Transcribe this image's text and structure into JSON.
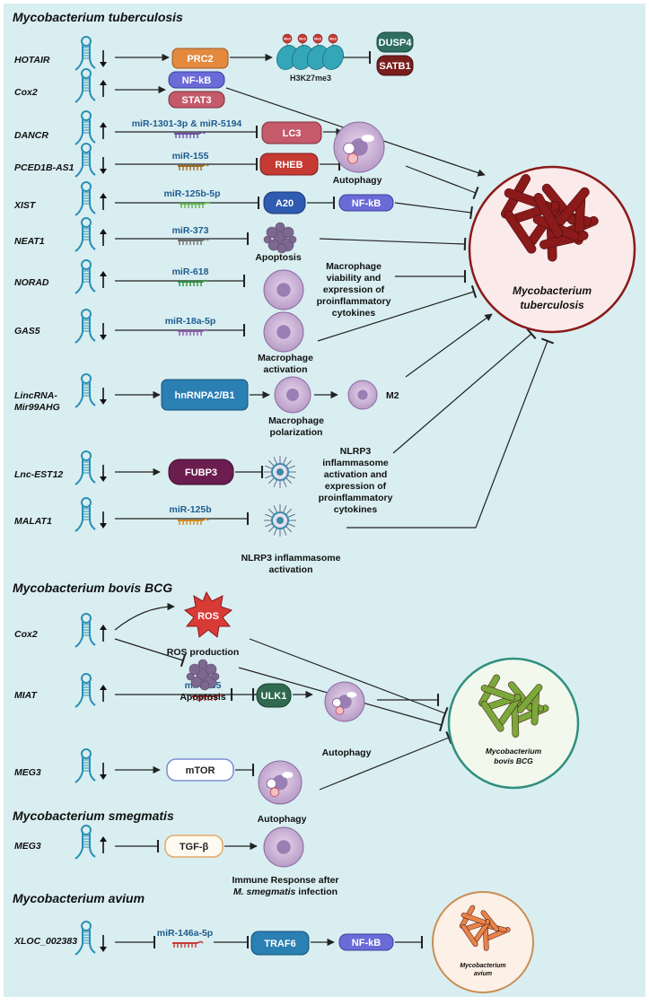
{
  "sections": {
    "mtb": "Mycobacterium tuberculosis",
    "bcg": "Mycobacterium bovis BCG",
    "smeg": "Mycobacterium smegmatis",
    "avium": "Mycobacterium avium"
  },
  "lncrnas": {
    "hotair": "HOTAIR",
    "cox2": "Cox2",
    "dancr": "DANCR",
    "pced1b": "PCED1B-AS1",
    "xist": "XIST",
    "neat1": "NEAT1",
    "norad": "NORAD",
    "gas5": "GAS5",
    "linc_l1": "LincRNA-",
    "linc_l2": "Mir99AHG",
    "lncest12": "Lnc-EST12",
    "malat1": "MALAT1",
    "cox2_bcg": "Cox2",
    "miat": "MIAT",
    "meg3_bcg": "MEG3",
    "meg3_smeg": "MEG3",
    "xloc": "XLOC_002383"
  },
  "mirnas": {
    "dancr": "miR-1301-3p & miR-5194",
    "pced1b": "miR-155",
    "xist": "miR-125b-5p",
    "neat1": "miR-373",
    "norad": "miR-618",
    "gas5": "miR-18a-5p",
    "malat1": "miR-125b",
    "miat": "miR-665",
    "xloc": "miR-146a-5p"
  },
  "proteins": {
    "prc2": "PRC2",
    "dusp4": "DUSP4",
    "satb1": "SATB1",
    "nfkb_cox2": "NF-kB",
    "stat3": "STAT3",
    "lc3": "LC3",
    "rheb": "RHEB",
    "a20": "A20",
    "nfkb_xist": "NF-kB",
    "hnrnpa2": "hnRNPA2/B1",
    "fubp3": "FUBP3",
    "ulk1": "ULK1",
    "mtor": "mTOR",
    "tgfb": "TGF-β",
    "traf6": "TRAF6",
    "nfkb_avium": "NF-kB",
    "ros": "ROS",
    "me3": "Me3"
  },
  "labels": {
    "h3k27me3": "H3K27me3",
    "autophagy1": "Autophagy",
    "apoptosis1": "Apoptosis",
    "mac_viab_1": "Macrophage",
    "mac_viab_2": "viability and",
    "mac_viab_3": "expression of",
    "mac_viab_4": "proinflammatory",
    "mac_viab_5": "cytokines",
    "mac_act_1": "Macrophage",
    "mac_act_2": "activation",
    "mac_pol_1": "Macrophage",
    "mac_pol_2": "polarization",
    "m2": "M2",
    "nlrp_a_1": "NLRP3",
    "nlrp_a_2": "inflammasome",
    "nlrp_a_3": "activation and",
    "nlrp_a_4": "expression of",
    "nlrp_a_5": "proinflammatory",
    "nlrp_a_6": "cytokines",
    "nlrp_b_1": "NLRP3 inflammasome",
    "nlrp_b_2": "activation",
    "ros_prod": "ROS production",
    "apoptosis2": "Apoptosis",
    "autophagy2": "Autophagy",
    "autophagy3": "Autophagy",
    "immune_1": "Immune Response after",
    "immune_2a": "M. smegmatis",
    "immune_2b": " infection"
  },
  "targets": {
    "mtb_1": "Mycobacterium",
    "mtb_2": "tuberculosis",
    "bcg_1": "Mycobacterium",
    "bcg_2": "bovis BCG",
    "avium_1": "Mycobacterium",
    "avium_2": "avium"
  },
  "colors": {
    "background": "#d9eef1",
    "orange_box": "#e38a3f",
    "teal_box": "#2f6f62",
    "darkred_box": "#7a1d1d",
    "purple_box": "#6b6bd8",
    "pink_box": "#c45a6a",
    "red_box": "#c63a34",
    "navy_box": "#2f5bb0",
    "blue_box": "#2a7fb3",
    "plum_box": "#6b1d4f",
    "green_box": "#2f6a4f",
    "mtb_bacteria": "#8b1a1a",
    "bcg_bacteria": "#7aa83a",
    "avium_bacteria": "#e8844a"
  },
  "icons": {
    "lncrna": "hairpin-rna-icon",
    "mirna": "mirna-comb-icon",
    "up": "up-arrow-icon",
    "down": "down-arrow-icon",
    "cell": "macrophage-cell-icon",
    "inflammasome": "inflammasome-icon"
  }
}
